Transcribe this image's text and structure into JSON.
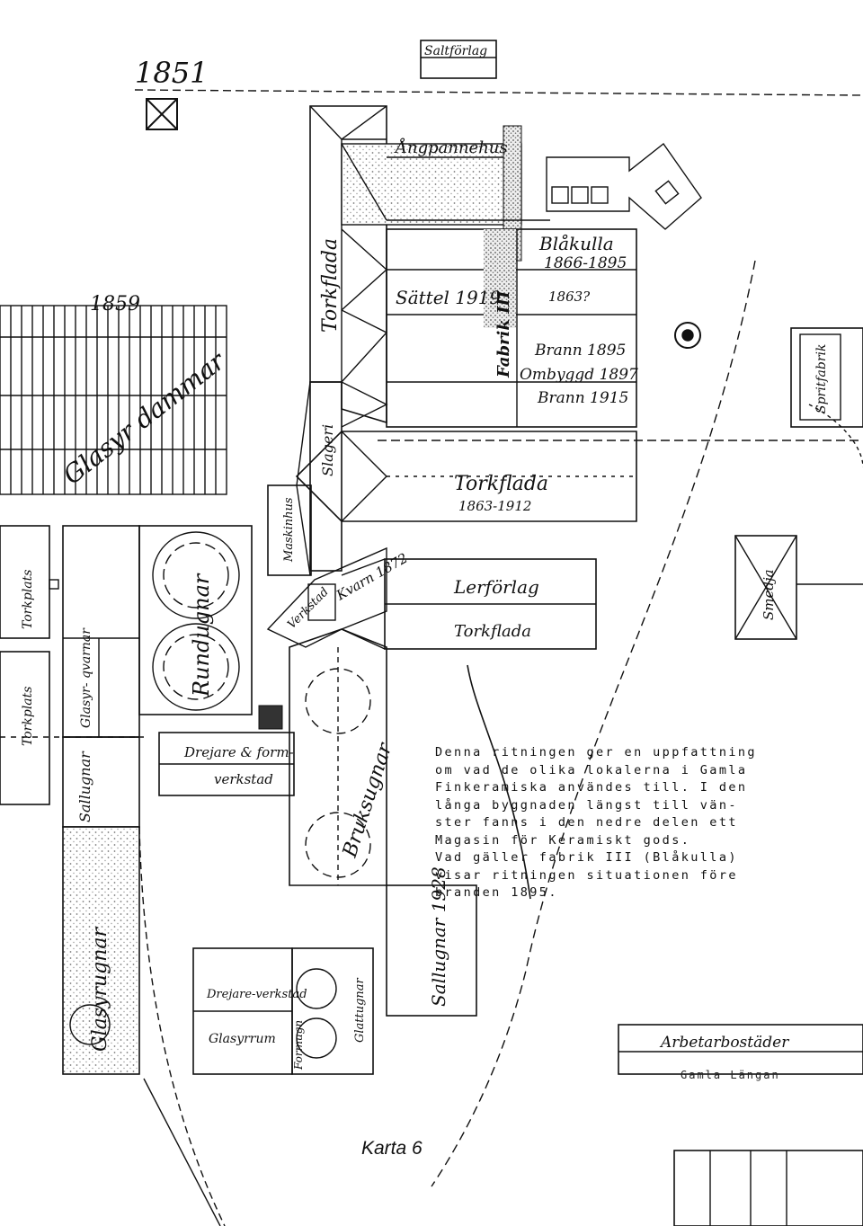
{
  "labels": {
    "year_top": "1851",
    "year_left": "1859",
    "saltforlag": "Saltförlag",
    "angpannehus": "Ångpannehus",
    "torkflada_a": "Torkflada",
    "blakulla": "Blåkulla",
    "blakulla_years_a": "1866-1895",
    "blakulla_years_b": "1863?",
    "sattel": "Sättel 1919",
    "fabrik_iii": "Fabrik III",
    "brann_a": "Brann 1895",
    "ombyggd": "Ombyggd 1897",
    "brann_b": "Brann 1915",
    "glasyr_damm": "Glasyr dammar",
    "slageri": "Slageri",
    "torkflada_b": "Torkflada",
    "torkflada_b_years": "1863-1912",
    "maskinhus": "Maskinhus",
    "vattenkolor": "Verkstad",
    "kvarn": "Kvarn 1872",
    "lerforlag": "Lerförlag",
    "torkflada_c": "Torkflada",
    "rundugnar": "Rundugnar",
    "torkplats_a": "Torkplats",
    "torkplats_b": "Torkplats",
    "glasyrkvarnar": "Glasyr- qvarnar",
    "sallugnar": "Sallugnar",
    "glasyrugnar": "Glasyrugnar",
    "drejare_formar": "Drejare & form-",
    "verkstad": "verkstad",
    "bruksugnar": "Bruksugnar",
    "sallugnar_b": "Sallugnar 1928",
    "drejarverkstad": "Drejare-verkstad",
    "glasyrrum": "Glasyrrum",
    "formugn": "Formugn",
    "glattugnar": "Glattugnar",
    "spritfabrik": "Spritfabrik",
    "smedja": "Smedja",
    "arbetarbostader": "Arbetarbostäder"
  },
  "note_lines": [
    "Denna ritningen ger en uppfattning",
    "om vad de olika lokalerna i Gamla",
    "Finkeramiska användes till. I den",
    "långa byggnaden längst till vän-",
    "ster fanns i den nedre delen ett",
    "Magasin för Keramiskt gods.",
    "Vad gäller fabrik III (Blåkulla)",
    "visar ritningen situationen före",
    "branden 1895."
  ],
  "caption": "Karta 6",
  "under_label": "Gamla Längan"
}
